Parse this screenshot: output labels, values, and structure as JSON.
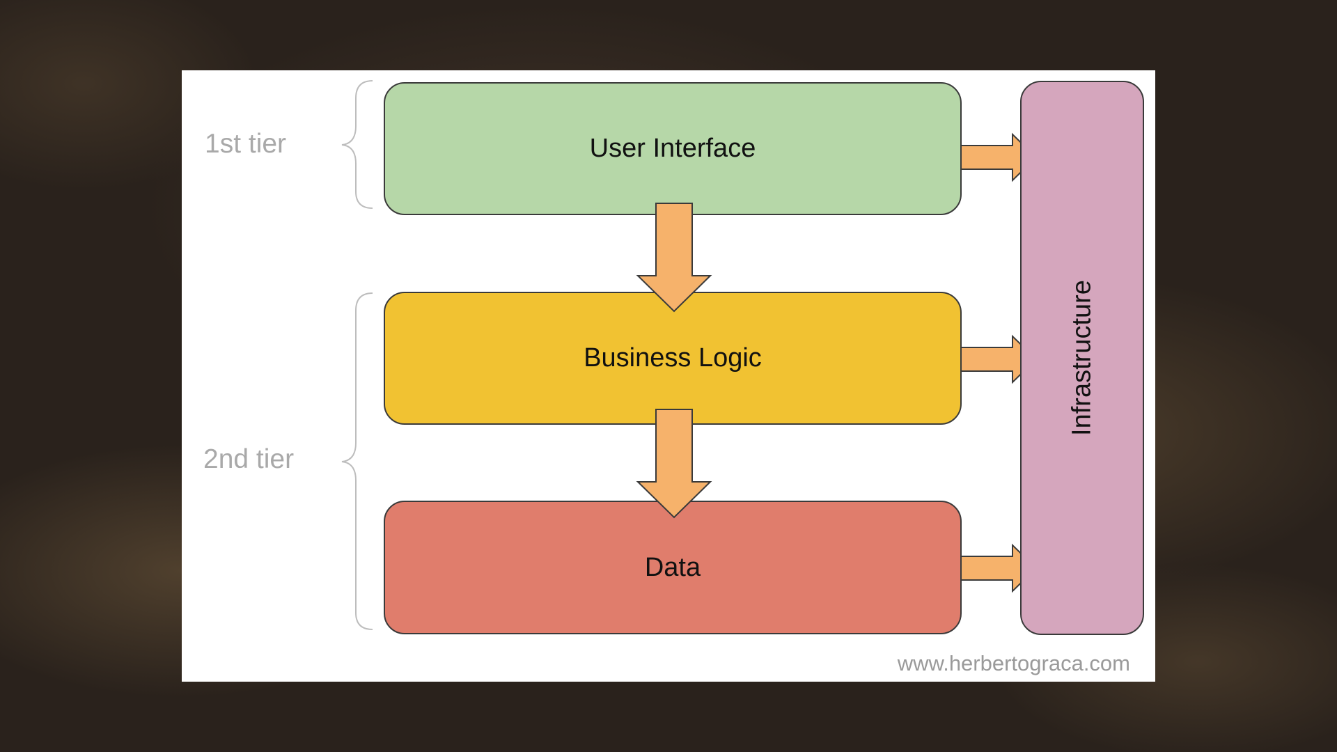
{
  "tiers": {
    "first": "1st tier",
    "second": "2nd tier"
  },
  "layers": {
    "ui": "User Interface",
    "business": "Business Logic",
    "data": "Data"
  },
  "infrastructure": "Infrastructure",
  "watermark": "www.herbertograca.com",
  "colors": {
    "ui": "#b6d7a8",
    "business": "#f1c232",
    "data": "#e07d6c",
    "infrastructure": "#d5a6bd",
    "arrow": "#f6b26b",
    "outline": "#3a3a3a",
    "brace": "#bdbdbd"
  }
}
